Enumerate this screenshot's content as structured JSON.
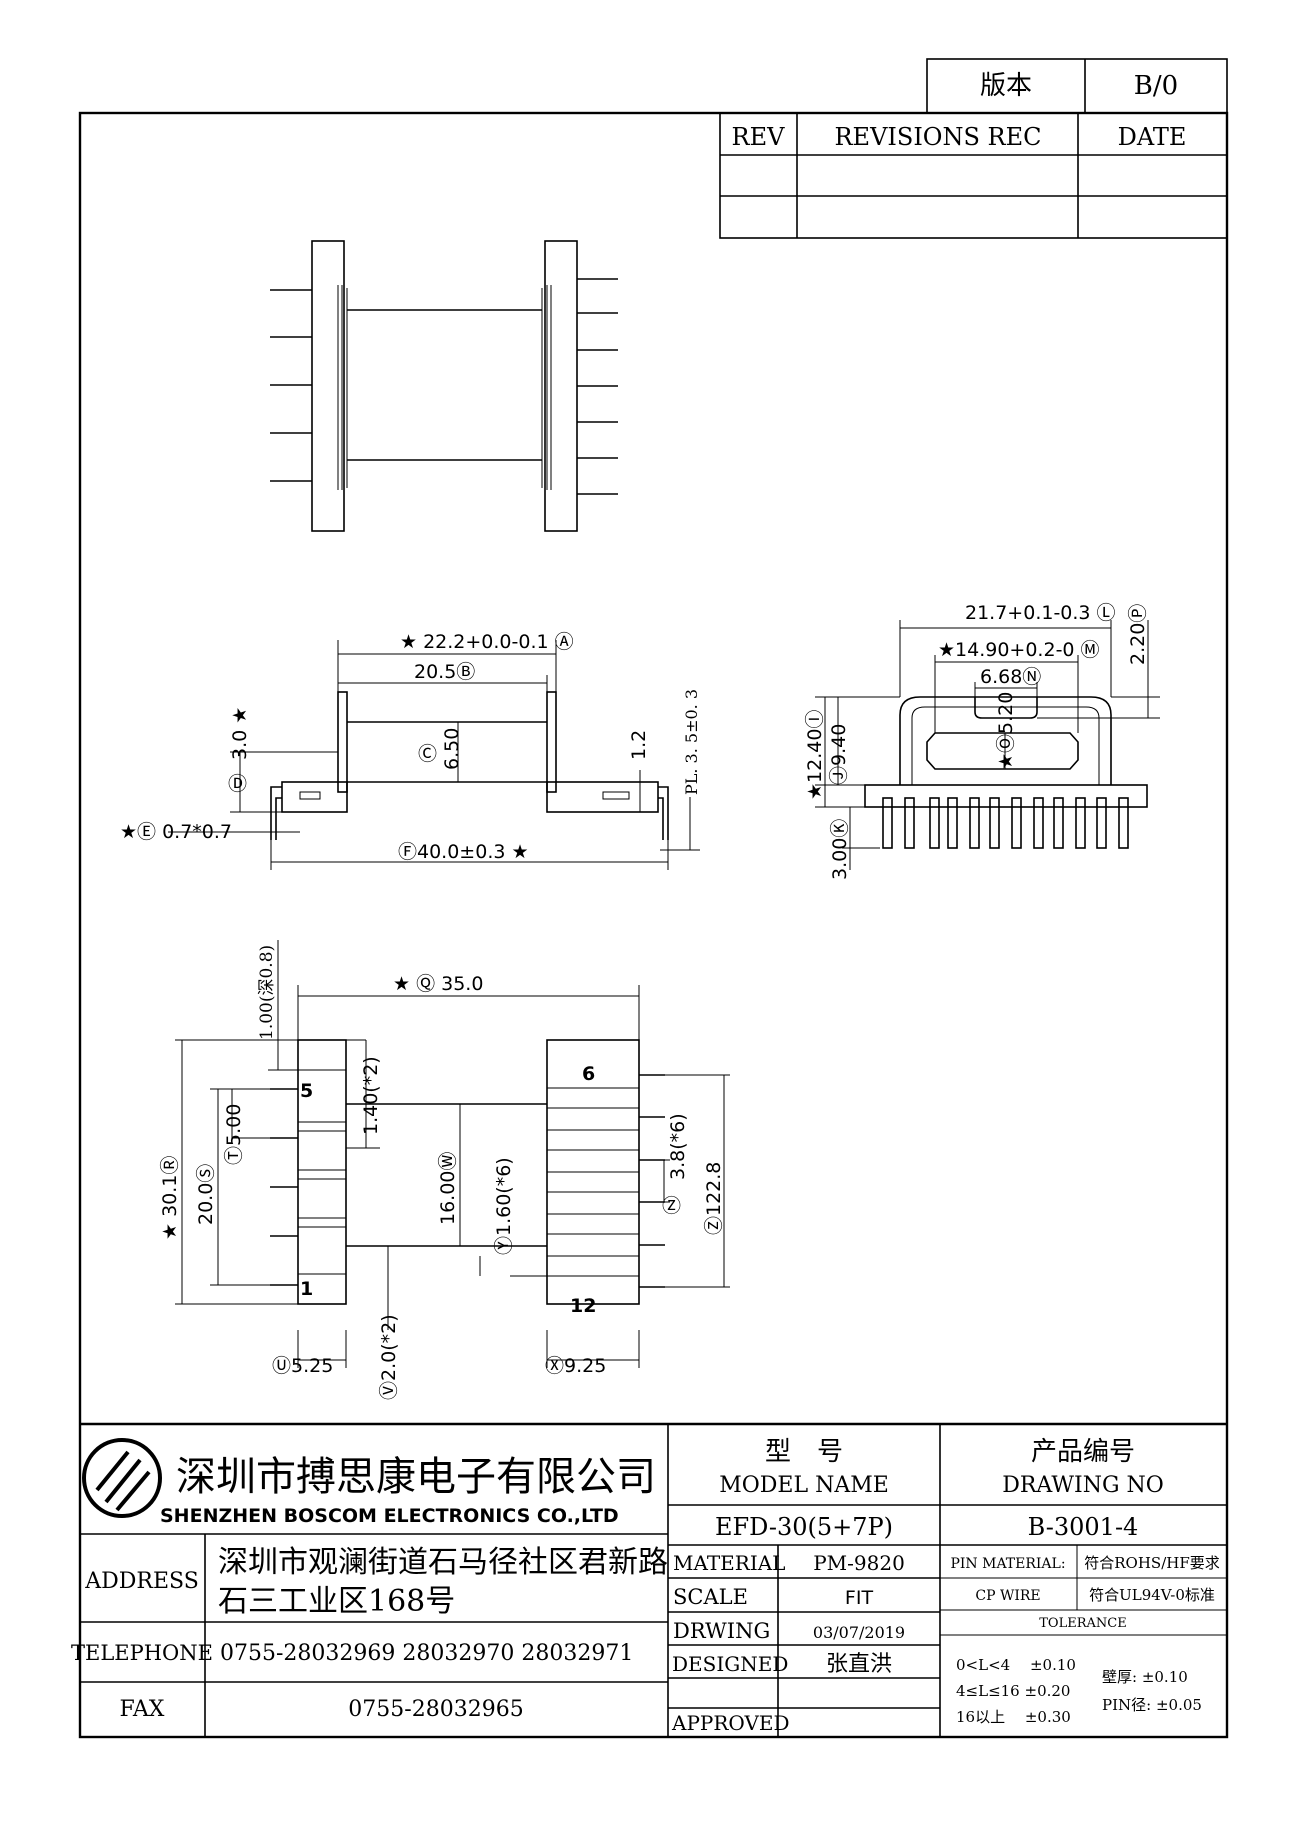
{
  "revision_box": {
    "version_label": "版本",
    "version_value": "B/0"
  },
  "revisions_table": {
    "headers": [
      "REV",
      "REVISIONS REC",
      "DATE"
    ]
  },
  "dimensions": {
    "A": "★ 22.2+0.0-0.1 Ⓐ",
    "B": "20.5Ⓑ",
    "C_label": "Ⓒ",
    "C_value": "6.50",
    "D_label": "Ⓓ",
    "D_value": "3.0 ★",
    "E": "★Ⓔ 0.7*0.7",
    "F": "Ⓕ40.0±0.3 ★",
    "PL": "PL. 3. 5±0. 3",
    "h12": "1.2",
    "L": "21.7+0.1-0.3 Ⓛ",
    "P": "2.20Ⓟ",
    "M": "★14.90+0.2-0 Ⓜ",
    "N": "6.68Ⓝ",
    "I": "★12.40Ⓘ",
    "J": "Ⓙ9.40",
    "O": "★Ⓞ5.20",
    "K": "3.00Ⓚ",
    "depth": "1.00(深0.8)",
    "Q": "★ Ⓠ 35.0",
    "h140": "1.40(*2)",
    "R": "★ 30.1Ⓡ",
    "S": "20.0Ⓢ",
    "T": "Ⓣ5.00",
    "W": "16.00Ⓦ",
    "Y": "Ⓨ1.60(*6)",
    "h38": "3.8(*6)",
    "Z": "Ⓩ",
    "Z1": "Ⓩ122.8",
    "U": "Ⓤ5.25",
    "V": "Ⓥ2.0(*2)",
    "X": "Ⓧ9.25"
  },
  "pin_labels": {
    "p5": "5",
    "p1": "1",
    "p6": "6",
    "p12": "12"
  },
  "title_block": {
    "company_cn": "深圳市搏思康电子有限公司",
    "company_en": "SHENZHEN BOSCOM ELECTRONICS CO.,LTD",
    "model_cn": "型　号",
    "model_en": "MODEL NAME",
    "model_value": "EFD-30(5+7P)",
    "drawing_cn": "产品编号",
    "drawing_en": "DRAWING NO",
    "drawing_value": "B-3001-4",
    "address_label": "ADDRESS",
    "address_line1": "深圳市观澜街道石马径社区君新路",
    "address_line2": "石三工业区168号",
    "telephone_label": "TELEPHONE",
    "telephone_value": "0755-28032969 28032970 28032971",
    "fax_label": "FAX",
    "fax_value": "0755-28032965",
    "material_label": "MATERIAL",
    "material_value": "PM-9820",
    "scale_label": "SCALE",
    "scale_value": "FIT",
    "drawing_label": "DRWING",
    "drawing_date": "03/07/2019",
    "designed_label": "DESIGNED",
    "designed_value": "张直洪",
    "approved_label": "APPROVED",
    "pin_material_label": "PIN MATERIAL:",
    "pin_material_value": "符合ROHS/HF要求",
    "cp_wire_label": "CP WIRE",
    "cp_wire_value": "符合UL94V-0标准",
    "tolerance_label": "TOLERANCE",
    "tol1": "0<L<4　 ±0.10",
    "tol2": "4≤L≤16 ±0.20",
    "tol3": "16以上　 ±0.30",
    "wall_label": "壁厚: ±0.10",
    "pin_dia_label": "PIN径: ±0.05"
  }
}
